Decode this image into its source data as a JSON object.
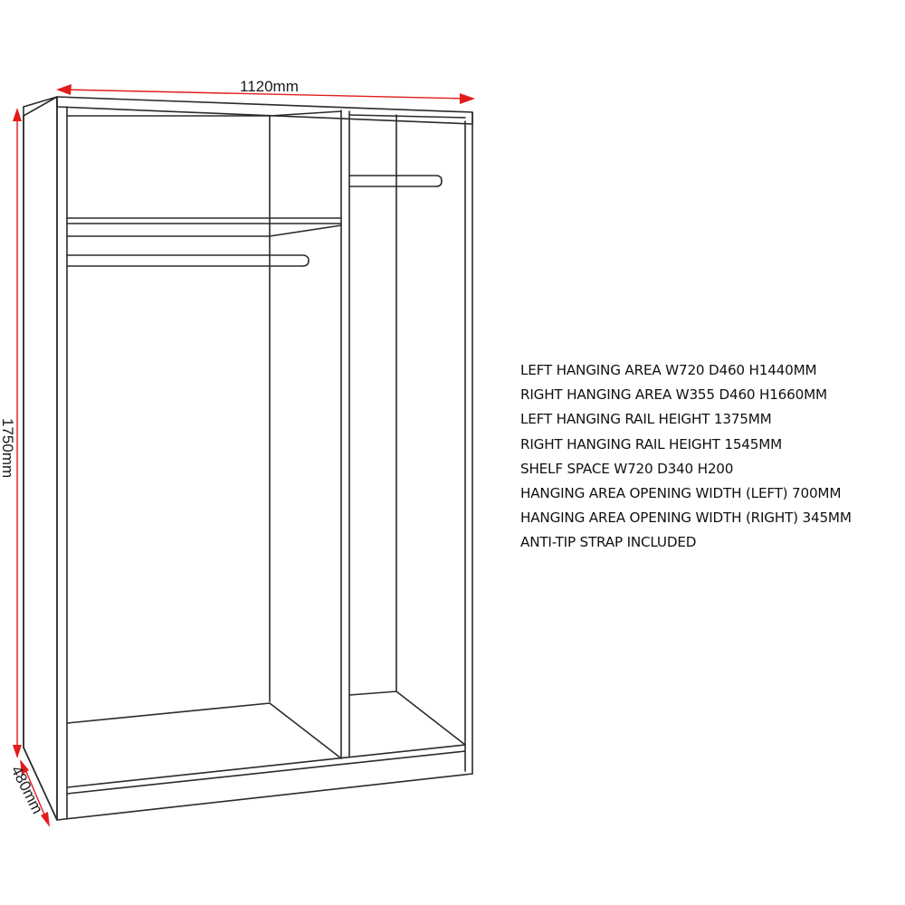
{
  "dimensions": {
    "width": "1120mm",
    "height": "1750mm",
    "depth": "480mm"
  },
  "colors": {
    "dimension_line": "#e21b1b",
    "outline": "#2b2b2b",
    "text": "#111111",
    "background": "#ffffff"
  },
  "specs": [
    "LEFT HANGING AREA W720 D460 H1440MM",
    "RIGHT HANGING AREA W355 D460 H1660MM",
    "LEFT HANGING RAIL HEIGHT 1375MM",
    "RIGHT HANGING RAIL HEIGHT 1545MM",
    "SHELF SPACE W720 D340 H200",
    "HANGING AREA OPENING WIDTH (LEFT) 700MM",
    "HANGING AREA OPENING WIDTH (RIGHT) 345MM",
    "ANTI-TIP STRAP INCLUDED"
  ],
  "diagram": {
    "subject": "wardrobe-line-drawing",
    "components": [
      "outer-carcass",
      "top-panel",
      "left-side-panel",
      "right-side-panel",
      "center-divider",
      "shelf",
      "left-hanging-rail",
      "right-hanging-rail",
      "base-plinth"
    ]
  }
}
